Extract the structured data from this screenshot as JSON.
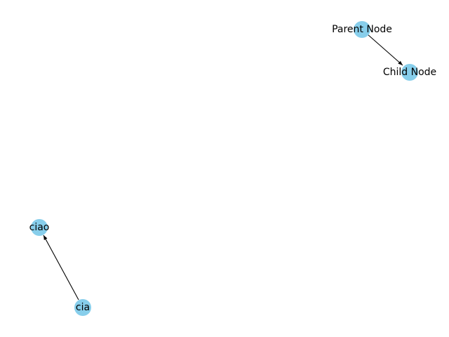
{
  "graph": {
    "directed": true,
    "node_color": "#87ceeb",
    "edge_color": "#000000",
    "nodes": [
      {
        "id": "parent",
        "label": "Parent Node"
      },
      {
        "id": "child",
        "label": "Child Node"
      },
      {
        "id": "ciao",
        "label": "ciao"
      },
      {
        "id": "cia",
        "label": "cia"
      }
    ],
    "edges": [
      {
        "source": "parent",
        "target": "child"
      },
      {
        "source": "cia",
        "target": "ciao"
      }
    ]
  }
}
